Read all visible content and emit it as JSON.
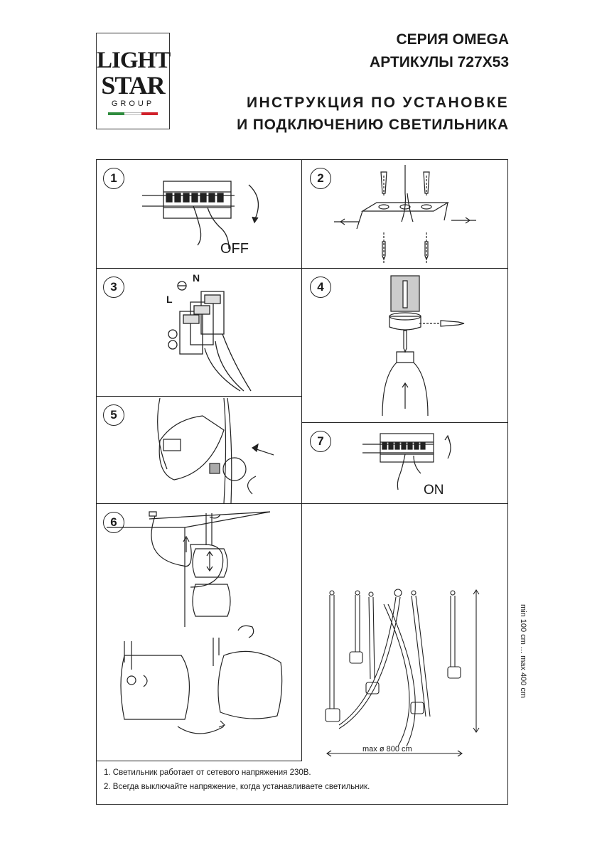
{
  "brand": {
    "line1": "LIGHT",
    "line2": "STAR",
    "line3": "GROUP",
    "flag_colors": [
      "#2e8b3d",
      "#ffffff",
      "#d0202a"
    ]
  },
  "header": {
    "series": "СЕРИЯ OMEGA",
    "article": "АРТИКУЛЫ 727X53",
    "instruction_line1": "ИНСТРУКЦИЯ ПО УСТАНОВКЕ",
    "instruction_line2": "И ПОДКЛЮЧЕНИЮ СВЕТИЛЬНИКА"
  },
  "steps": [
    {
      "number": "1",
      "caption": "OFF"
    },
    {
      "number": "2"
    },
    {
      "number": "3",
      "labels": {
        "n": "N",
        "l": "L"
      }
    },
    {
      "number": "4"
    },
    {
      "number": "5"
    },
    {
      "number": "7",
      "caption": "ON"
    },
    {
      "number": "6"
    }
  ],
  "dimensions": {
    "height": "min 100 cm ... max 400 cm",
    "width": "max ø 800 cm"
  },
  "notes": [
    "1. Светильник работает от сетевого напряжения 230В.",
    "2. Всегда выключайте напряжение, когда устанавливаете светильник."
  ]
}
